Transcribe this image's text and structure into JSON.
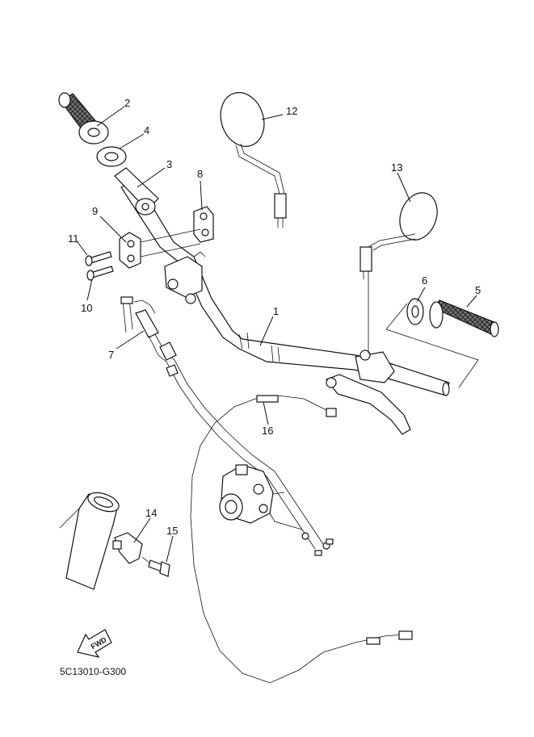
{
  "diagram_code": "5C13010-G300",
  "fwd_label": "FWD",
  "callouts": [
    {
      "id": "1",
      "text": "1"
    },
    {
      "id": "2",
      "text": "2"
    },
    {
      "id": "3",
      "text": "3"
    },
    {
      "id": "4",
      "text": "4"
    },
    {
      "id": "5",
      "text": "5"
    },
    {
      "id": "6",
      "text": "6"
    },
    {
      "id": "7",
      "text": "7"
    },
    {
      "id": "8",
      "text": "8"
    },
    {
      "id": "9",
      "text": "9"
    },
    {
      "id": "10",
      "text": "10"
    },
    {
      "id": "11",
      "text": "11"
    },
    {
      "id": "12",
      "text": "12"
    },
    {
      "id": "13",
      "text": "13"
    },
    {
      "id": "14",
      "text": "14"
    },
    {
      "id": "15",
      "text": "15"
    },
    {
      "id": "16",
      "text": "16"
    }
  ]
}
